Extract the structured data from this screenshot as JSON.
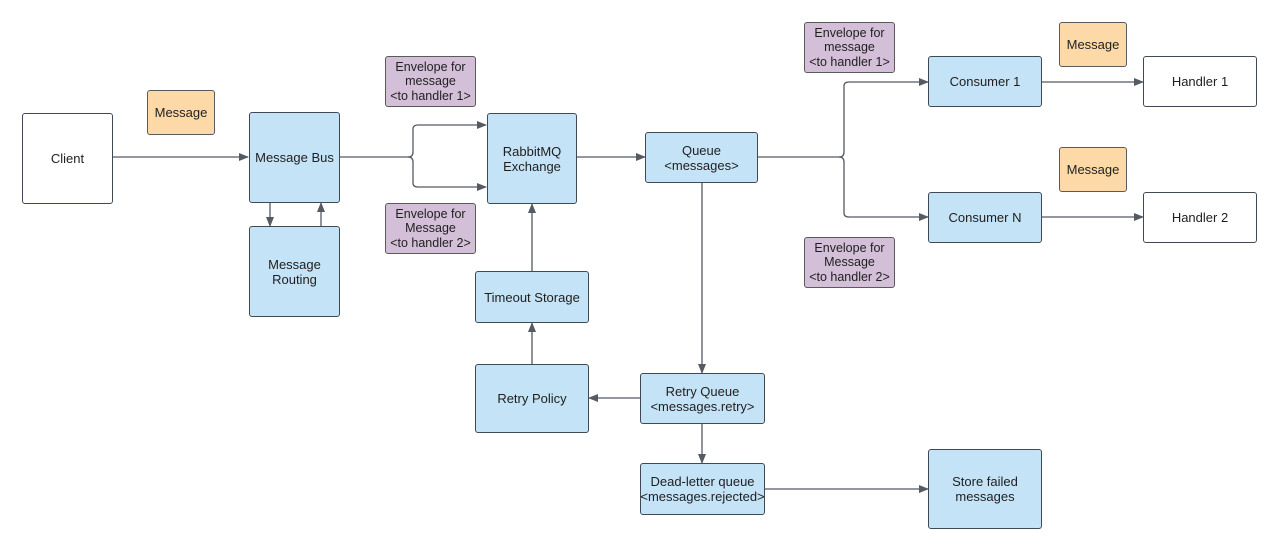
{
  "nodes": {
    "client": "Client",
    "message_note_1": "Message",
    "message_bus": "Message Bus",
    "message_routing": "Message\nRouting",
    "envelope_handler_1_left": "Envelope for\nmessage\n<to handler 1>",
    "envelope_handler_2_left": "Envelope for\nMessage\n<to handler 2>",
    "rabbitmq_exchange": "RabbitMQ\nExchange",
    "timeout_storage": "Timeout Storage",
    "retry_policy": "Retry Policy",
    "queue": "Queue\n<messages>",
    "retry_queue": "Retry Queue\n<messages.retry>",
    "dead_letter_queue": "Dead-letter queue\n<messages.rejected>",
    "store_failed": "Store failed\nmessages",
    "envelope_handler_1_right": "Envelope for\nmessage\n<to handler 1>",
    "envelope_handler_2_right": "Envelope for\nMessage\n<to handler 2>",
    "consumer_1": "Consumer 1",
    "consumer_n": "Consumer N",
    "message_note_2": "Message",
    "message_note_3": "Message",
    "handler_1": "Handler 1",
    "handler_2": "Handler 2"
  },
  "colors": {
    "process": "#c4e3f6",
    "endpoint": "#ffffff",
    "message": "#fdd9a7",
    "envelope": "#d3bfd8",
    "edge": "#555b63"
  }
}
